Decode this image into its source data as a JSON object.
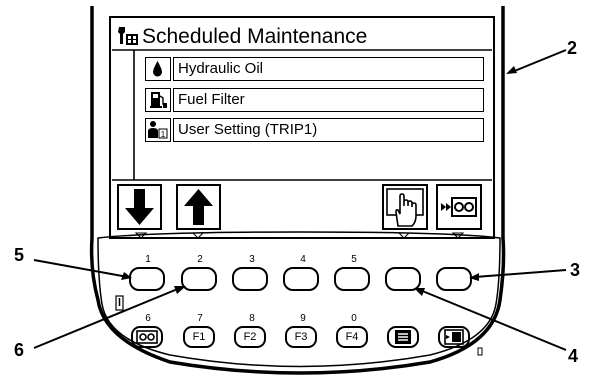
{
  "screen": {
    "title": "Scheduled Maintenance",
    "items": [
      {
        "label": "Hydraulic Oil",
        "icon": "hydraulic-oil-drop-icon"
      },
      {
        "label": "Fuel Filter",
        "icon": "fuel-pump-icon"
      },
      {
        "label": "User Setting (TRIP1)",
        "icon": "user-setting-icon"
      }
    ],
    "soft_keys": [
      {
        "icon": "arrow-down-icon"
      },
      {
        "icon": "arrow-up-icon"
      },
      {
        "icon": "hand-select-icon"
      },
      {
        "icon": "return-to-main-icon"
      }
    ]
  },
  "keypad": {
    "top_row_numbers": [
      "1",
      "2",
      "3",
      "4",
      "5"
    ],
    "bottom_row": [
      {
        "number": "6",
        "label": ""
      },
      {
        "number": "7",
        "label": "F1"
      },
      {
        "number": "8",
        "label": "F2"
      },
      {
        "number": "9",
        "label": "F3"
      },
      {
        "number": "0",
        "label": "F4"
      }
    ]
  },
  "callouts": [
    "2",
    "3",
    "4",
    "5",
    "6"
  ]
}
